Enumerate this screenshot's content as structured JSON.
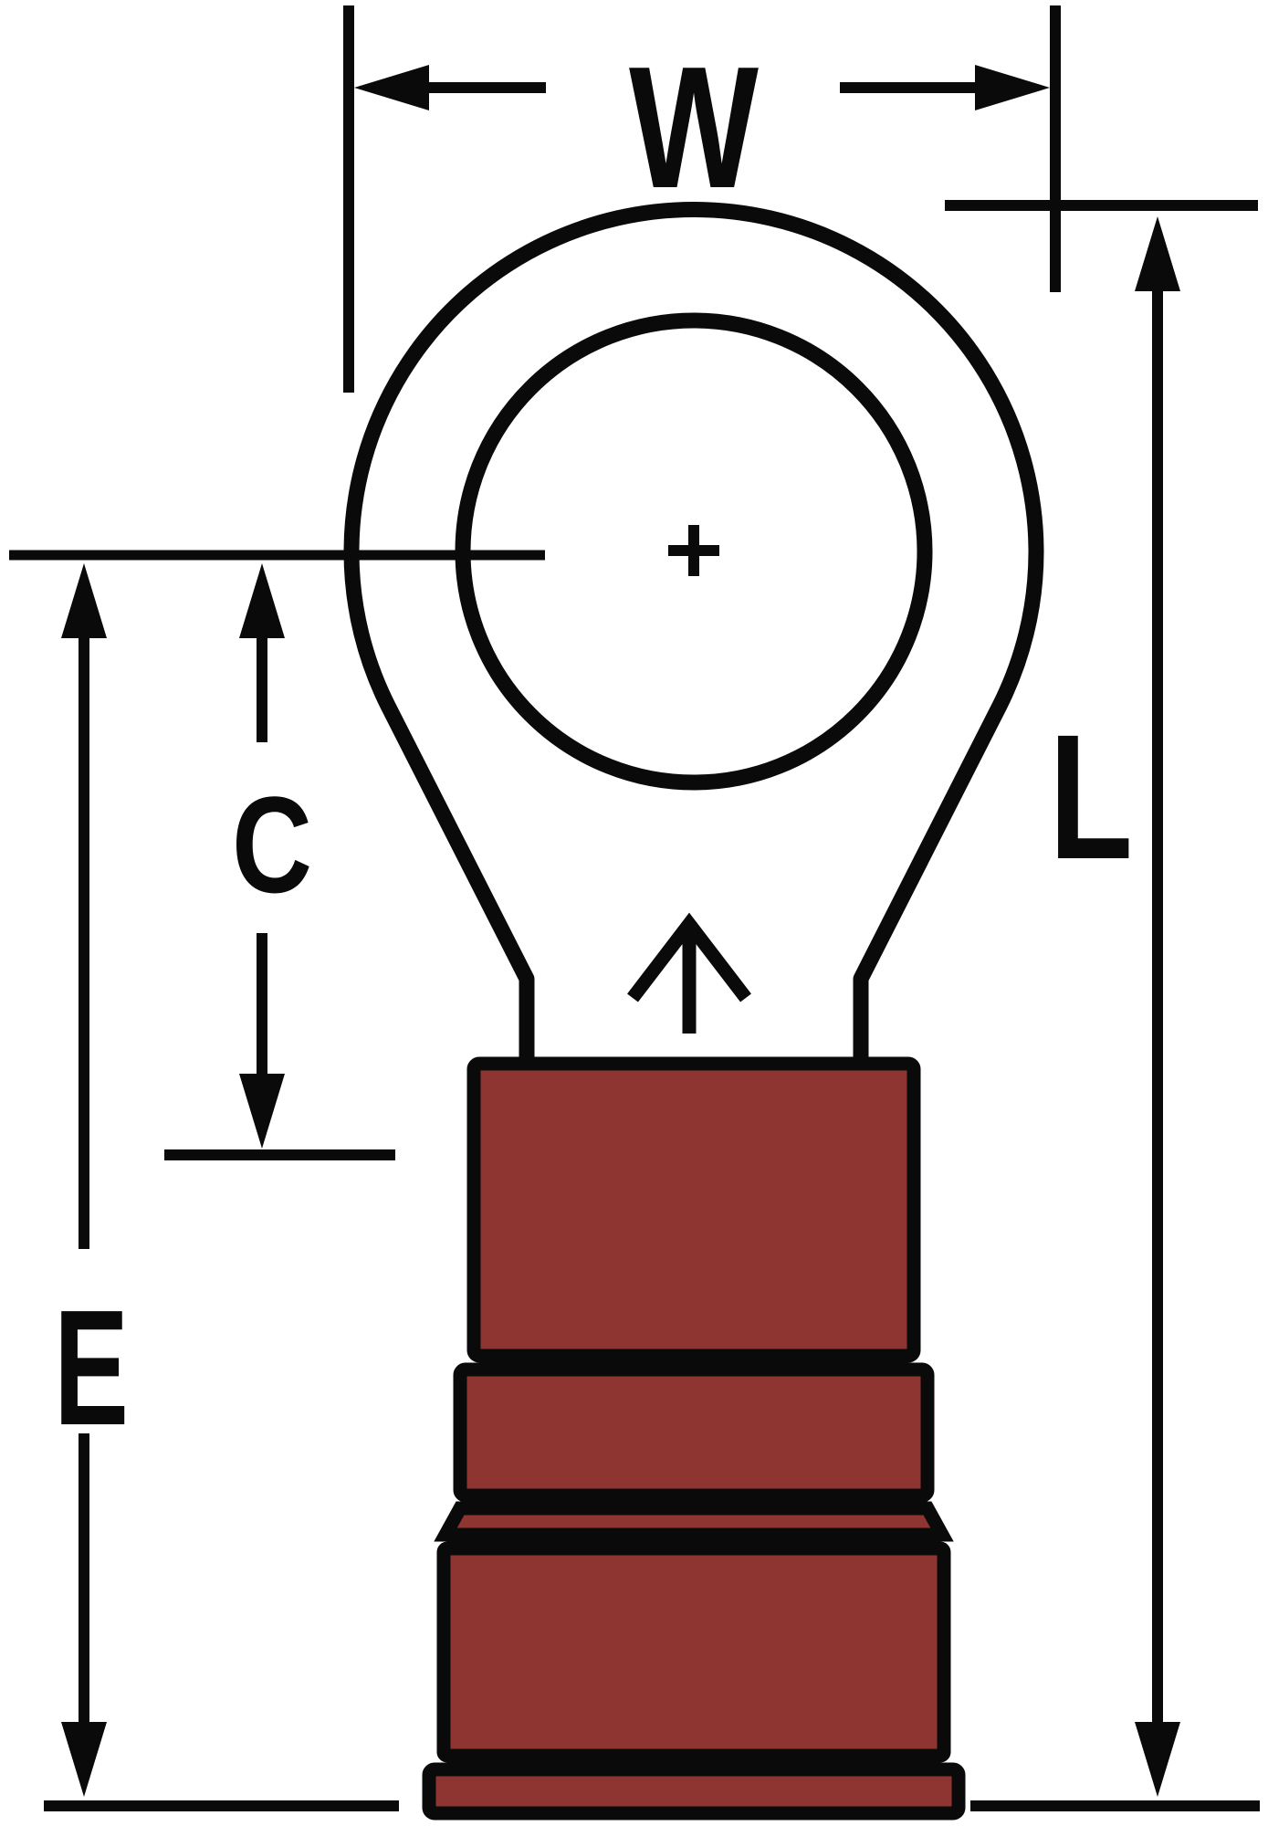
{
  "page": {
    "background": "#FFFFFF"
  },
  "diagram": {
    "name": "ring-terminal-dimension-drawing",
    "labels": {
      "W": "W",
      "C": "C",
      "E": "E",
      "L": "L"
    },
    "symbols": {
      "center_mark": "+",
      "wire_entry_arrow": "↑"
    },
    "colors": {
      "line": "#000000",
      "insulation": "#8F3531",
      "background": "#FFFFFF"
    }
  }
}
